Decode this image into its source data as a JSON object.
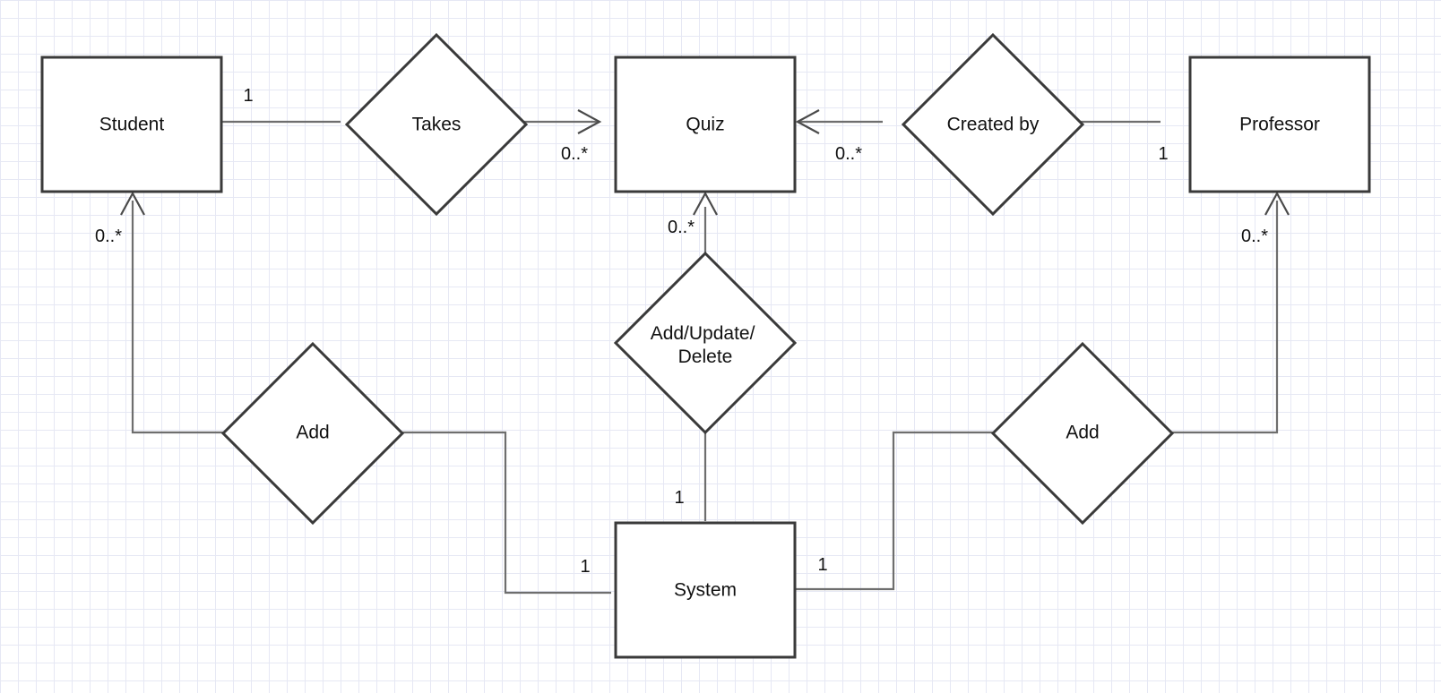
{
  "entities": {
    "student": "Student",
    "quiz": "Quiz",
    "professor": "Professor",
    "system": "System"
  },
  "relationships": {
    "takes": "Takes",
    "created_by": "Created by",
    "add_update_delete": [
      "Add/Update/",
      "Delete"
    ],
    "add_student": "Add",
    "add_professor": "Add"
  },
  "multiplicities": {
    "student_takes": "1",
    "takes_quiz": "0..*",
    "createdby_quiz": "0..*",
    "professor_createdby": "1",
    "aud_quiz": "0..*",
    "system_aud": "1",
    "add_student": "0..*",
    "system_add_student": "1",
    "add_professor": "0..*",
    "system_add_professor": "1"
  },
  "colors": {
    "grid": "#e6e8f4",
    "shape_stroke": "#3a3a3a",
    "connector": "#6e6e6e"
  }
}
